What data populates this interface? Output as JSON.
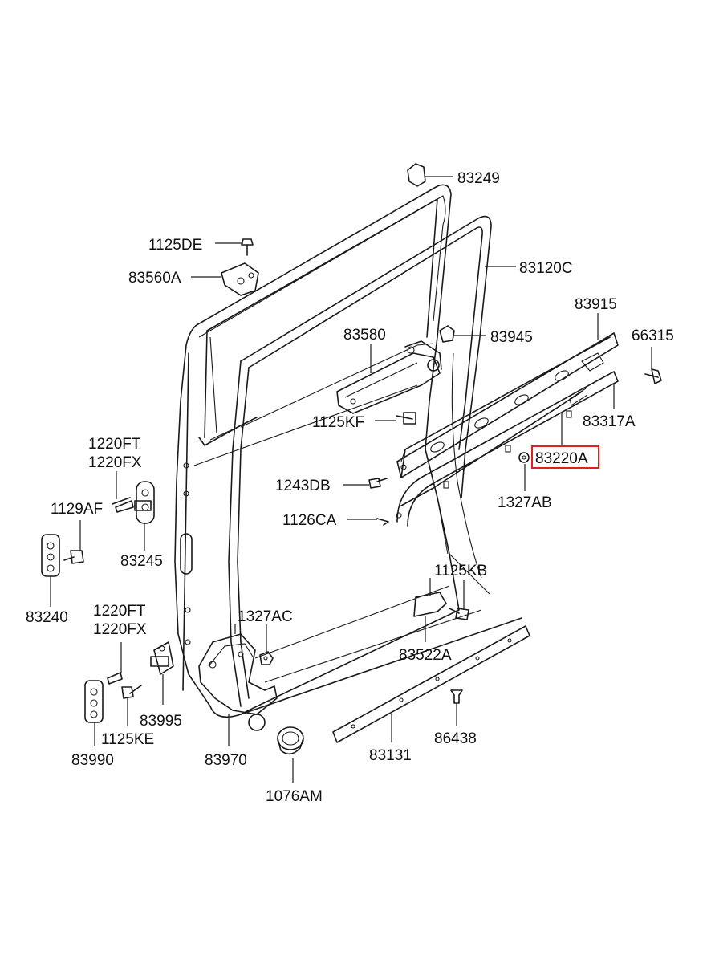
{
  "diagram": {
    "highlight_color": "#e0201c",
    "labels": {
      "p83249": "83249",
      "p1125DE": "1125DE",
      "p83560A": "83560A",
      "p83120C": "83120C",
      "p83915": "83915",
      "p83580": "83580",
      "p83945": "83945",
      "p66315": "66315",
      "p1125KF": "1125KF",
      "p83317A": "83317A",
      "p1220FT_a": "1220FT",
      "p1220FX_a": "1220FX",
      "p83220A": "83220A",
      "p1243DB": "1243DB",
      "p1327AB": "1327AB",
      "p1129AF": "1129AF",
      "p1126CA": "1126CA",
      "p83245": "83245",
      "p1125KB": "1125KB",
      "p83240": "83240",
      "p1220FT_b": "1220FT",
      "p1327AC": "1327AC",
      "p1220FX_b": "1220FX",
      "p83522A": "83522A",
      "p83995": "83995",
      "p1125KE": "1125KE",
      "p86438": "86438",
      "p83990": "83990",
      "p83970": "83970",
      "p83131": "83131",
      "p1076AM": "1076AM"
    }
  }
}
